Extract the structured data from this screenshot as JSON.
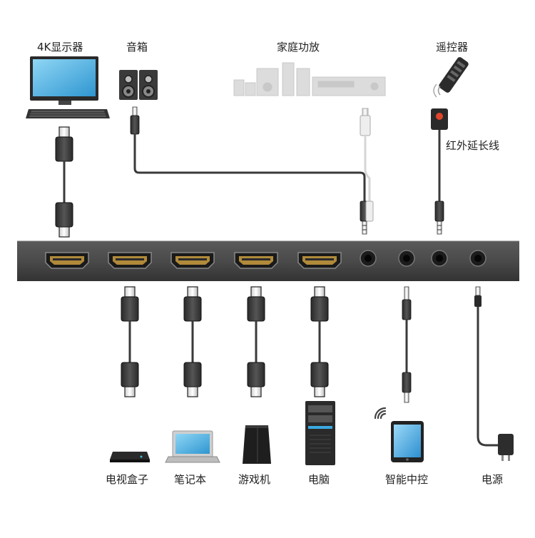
{
  "top_labels": {
    "display": "4K显示器",
    "speakers": "音箱",
    "home_theater": "家庭功放",
    "remote": "遥控器",
    "ir_extender": "红外延长线"
  },
  "bottom_labels": {
    "tv_box": "电视盒子",
    "laptop": "笔记本",
    "game_console": "游戏机",
    "pc": "电脑",
    "smart_control": "智能中控",
    "power": "电源"
  },
  "colors": {
    "panel": "#4a4a4a",
    "panel_edge": "#2f2f2f",
    "cable": "#3a3a3a",
    "gold": "#b08a3a",
    "screen": "#5bb8e6",
    "ir_red": "#e0452a",
    "light_device": "#d8d8d8"
  }
}
